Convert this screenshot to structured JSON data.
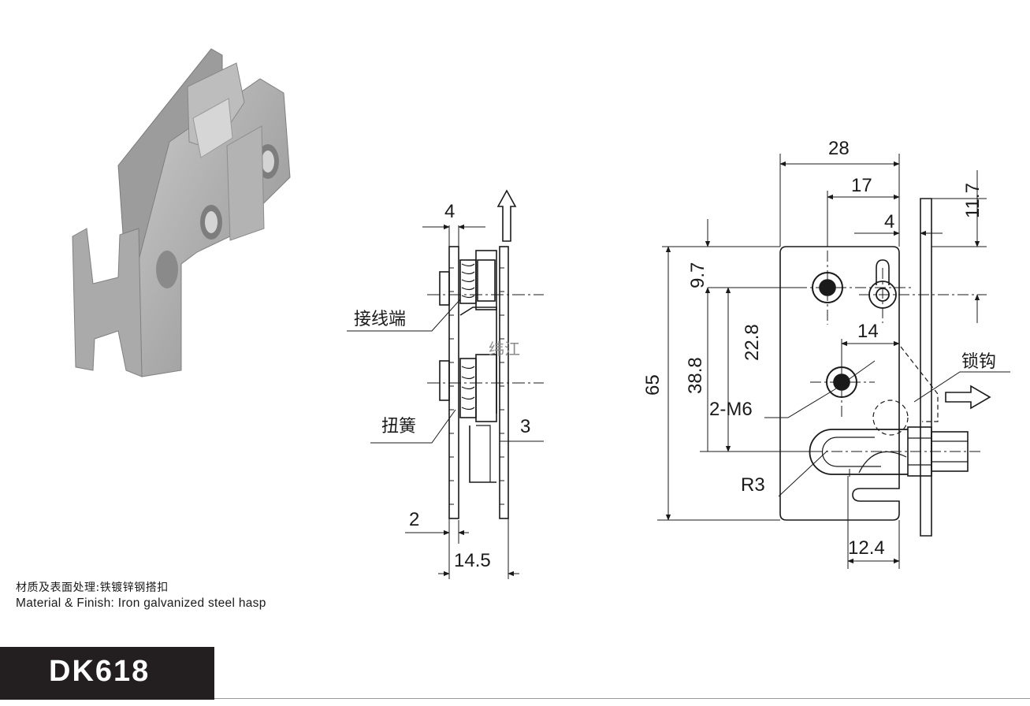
{
  "labels": {
    "terminal": "接线端",
    "torsion_spring": "扭簧",
    "hook": "锁钩",
    "thread": "2-M6",
    "radius": "R3",
    "watermark": "纬江"
  },
  "dimensions": {
    "side_top_width": "4",
    "side_right_gap": "3",
    "side_bottom_left": "2",
    "side_total": "14.5",
    "front_width": "28",
    "front_hole_offset": "17",
    "front_hook_gap": "4",
    "front_top_offset": "11.7",
    "front_hole_vertical": "9.7",
    "front_hole_spacing": "22.8",
    "front_lower_hole": "38.8",
    "front_height": "65",
    "front_lower_offset": "14",
    "front_slot_width": "12.4"
  },
  "material": {
    "cn": "材质及表面处理:铁镀锌钢搭扣",
    "en": "Material & Finish: Iron galvanized steel hasp"
  },
  "model": "DK618",
  "colors": {
    "line": "#1a1a1a",
    "model_box": "#231f20",
    "render_gray": "#a8a8a8"
  }
}
